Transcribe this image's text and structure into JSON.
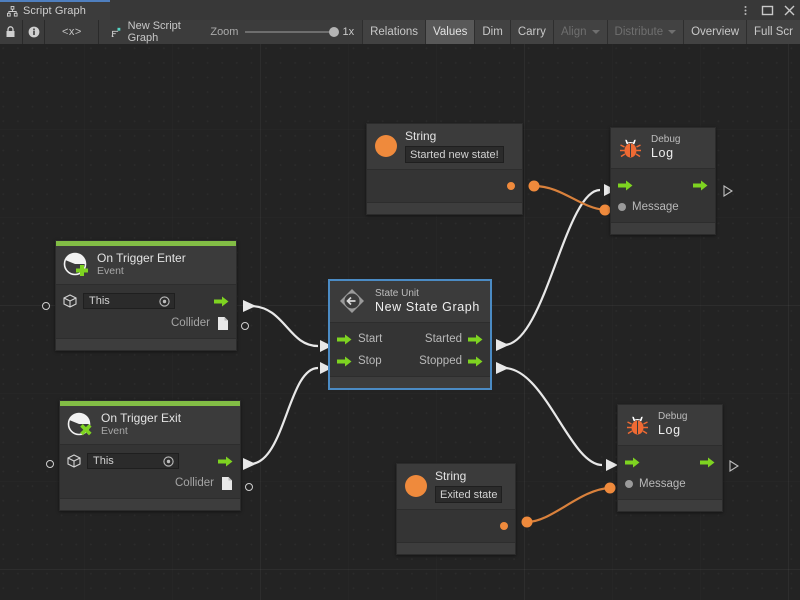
{
  "window": {
    "tab_label": "Script Graph",
    "tab_icon": "graph-icon",
    "controls": {
      "menu": "kebab-menu-icon",
      "maximize": "maximize-icon",
      "close": "close-icon"
    }
  },
  "toolbar": {
    "lock_icon": "lock-icon",
    "info_icon": "info-icon",
    "code_label": "<x>",
    "graph_icon": "script-graph-icon",
    "graph_name": "New Script Graph",
    "zoom_label": "Zoom",
    "zoom_value": "1x",
    "buttons": [
      {
        "label": "Relations",
        "state": "normal",
        "caret": false
      },
      {
        "label": "Values",
        "state": "active",
        "caret": false
      },
      {
        "label": "Dim",
        "state": "normal",
        "caret": false
      },
      {
        "label": "Carry",
        "state": "normal",
        "caret": false
      },
      {
        "label": "Align",
        "state": "dim",
        "caret": true
      },
      {
        "label": "Distribute",
        "state": "dim",
        "caret": true
      },
      {
        "label": "Overview",
        "state": "normal",
        "caret": false
      },
      {
        "label": "Full Scr",
        "state": "normal",
        "caret": false
      }
    ]
  },
  "colors": {
    "accent_green": "#82bd45",
    "flow_arrow_green": "#7ed321",
    "value_orange": "#ef8a3c",
    "selection_blue": "#4b8bc4",
    "canvas": "#232323",
    "node_body": "#343434"
  },
  "graph": {
    "nodes": [
      {
        "id": "string-started",
        "kind": "value-node",
        "title": "String",
        "icon": "string-orange-circle-icon",
        "value_field": "Started new state!",
        "output_port_label": "",
        "output_port_kind": "value-orange"
      },
      {
        "id": "debug-log-top",
        "kind": "unit-node",
        "title_small": "Debug",
        "title_large": "Log",
        "icon": "bug-icon",
        "flow_in": "",
        "flow_out": "",
        "input_label": "Message"
      },
      {
        "id": "on-trigger-enter",
        "kind": "event-node",
        "title": "On Trigger Enter",
        "subtitle": "Event",
        "icon": "event-circle-plus-icon",
        "target_field": "This",
        "target_icon": "gameobject-cube-icon",
        "output_label": "Collider",
        "output_icon": "collider-document-icon"
      },
      {
        "id": "state-unit",
        "kind": "state-unit-node",
        "title_small": "State Unit",
        "title_large": "New  State  Graph",
        "icon": "state-unit-diamond-icon",
        "selected": true,
        "inputs": [
          "Start",
          "Stop"
        ],
        "outputs": [
          "Started",
          "Stopped"
        ]
      },
      {
        "id": "on-trigger-exit",
        "kind": "event-node",
        "title": "On Trigger Exit",
        "subtitle": "Event",
        "icon": "event-circle-cross-icon",
        "target_field": "This",
        "target_icon": "gameobject-cube-icon",
        "output_label": "Collider",
        "output_icon": "collider-document-icon"
      },
      {
        "id": "string-exited",
        "kind": "value-node",
        "title": "String",
        "icon": "string-orange-circle-icon",
        "value_field": "Exited state",
        "output_port_kind": "value-orange"
      },
      {
        "id": "debug-log-bottom",
        "kind": "unit-node",
        "title_small": "Debug",
        "title_large": "Log",
        "icon": "bug-icon",
        "input_label": "Message"
      }
    ]
  }
}
